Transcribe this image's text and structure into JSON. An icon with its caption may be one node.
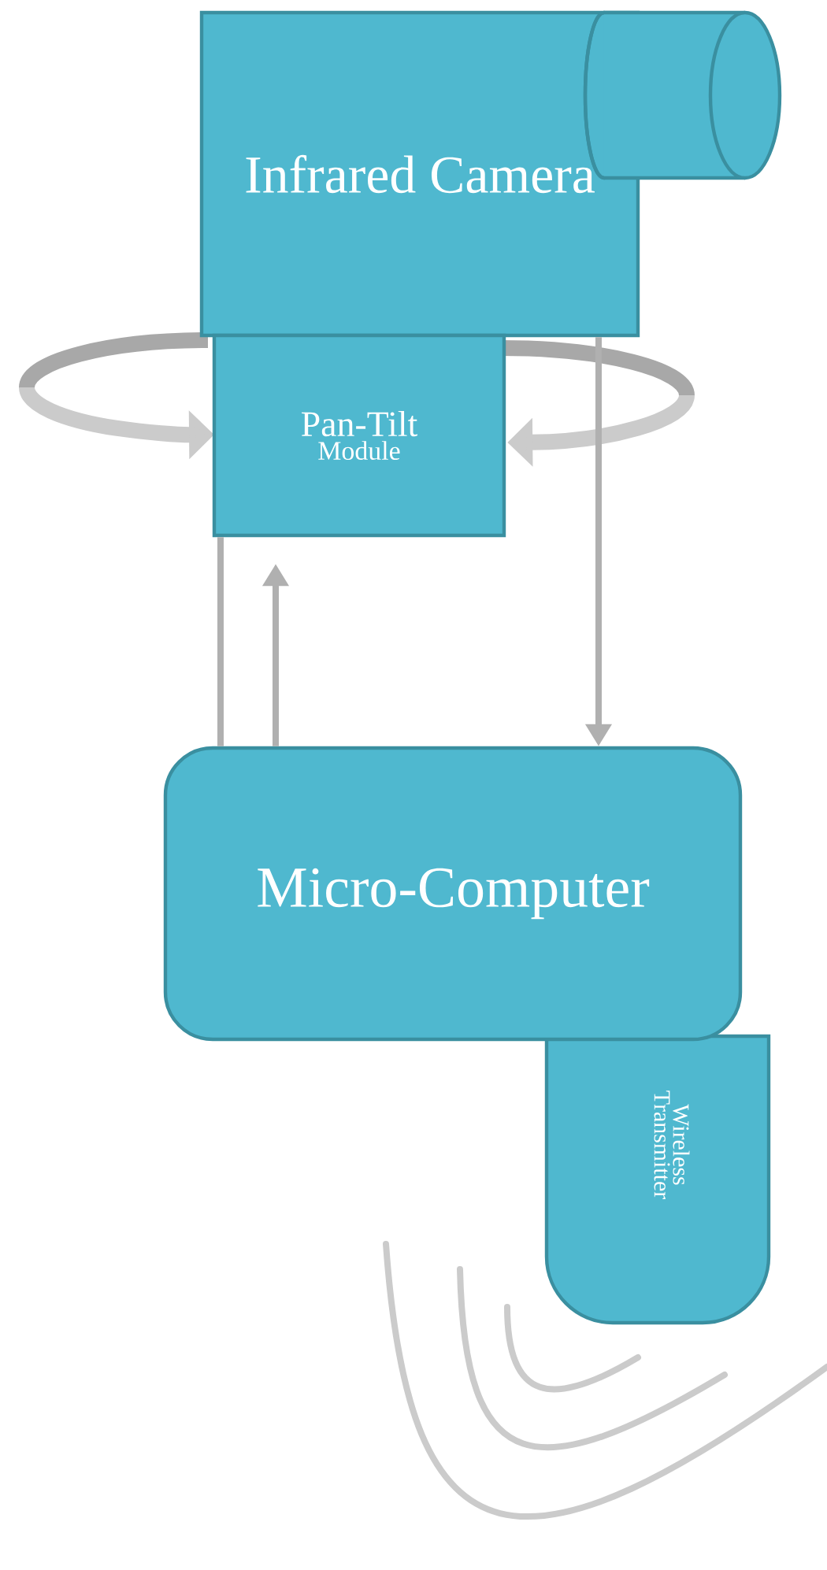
{
  "diagram": {
    "nodes": [
      {
        "text": [
          "Infrared Camera"
        ]
      },
      {
        "text": [
          "Pan-Tilt",
          "Module"
        ]
      },
      {
        "text": [
          "Micro-Computer"
        ]
      },
      {
        "text": [
          "Wireless Transmitter"
        ]
      }
    ],
    "edges": [
      {
        "from": 2,
        "to": 1,
        "arrow": "none"
      },
      {
        "from": 2,
        "to": 1,
        "arrow": "to"
      },
      {
        "from": 0,
        "to": 2,
        "arrow": "to"
      }
    ]
  }
}
